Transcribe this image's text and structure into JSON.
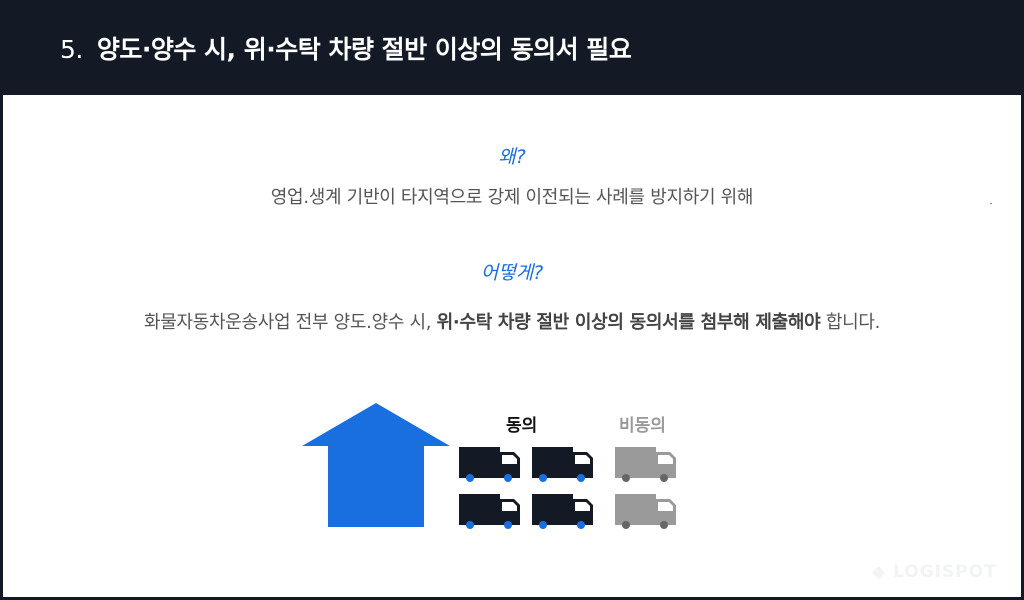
{
  "header": {
    "number": "5.",
    "title": "양도·양수 시, 위·수탁 차량 절반 이상의 동의서 필요"
  },
  "why": {
    "label": "왜?",
    "text": "영업.생계 기반이 타지역으로 강제 이전되는 사례를 방지하기 위해"
  },
  "how": {
    "label": "어떻게?",
    "text_pre": "화물자동차운송사업 전부 양도.양수 시, ",
    "text_bold": "위·수탁 차량 절반 이상의 동의서를 첨부해 제출해야",
    "text_post": " 합니다."
  },
  "graphic": {
    "agree_label": "동의",
    "disagree_label": "비동의",
    "agree_count": 4,
    "disagree_count": 2
  },
  "logo": "LOGISPOT",
  "colors": {
    "accent": "#1a6fe0",
    "dark": "#131a26",
    "gray": "#9a9a9a"
  }
}
